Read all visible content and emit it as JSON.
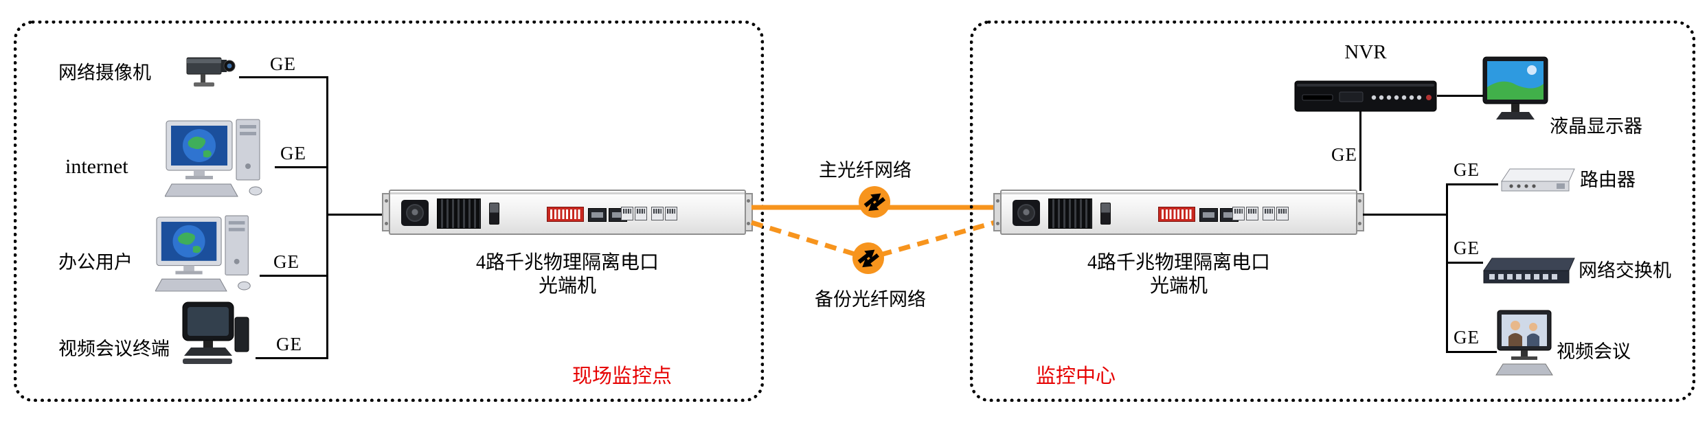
{
  "zones": {
    "left": {
      "label": "现场监控点",
      "endpoints": [
        {
          "name": "网络摄像机",
          "port": "GE"
        },
        {
          "name": "internet",
          "port": "GE"
        },
        {
          "name": "办公用户",
          "port": "GE"
        },
        {
          "name": "视频会议终端",
          "port": "GE"
        }
      ],
      "terminal": {
        "line1": "4路千兆物理隔离电口",
        "line2": "光端机"
      }
    },
    "right": {
      "label": "监控中心",
      "nvr": {
        "name": "NVR",
        "port": "GE"
      },
      "monitor": {
        "name": "液晶显示器"
      },
      "endpoints": [
        {
          "name": "路由器",
          "port": "GE"
        },
        {
          "name": "网络交换机",
          "port": "GE"
        },
        {
          "name": "视频会议",
          "port": "GE"
        }
      ],
      "terminal": {
        "line1": "4路千兆物理隔离电口",
        "line2": "光端机"
      }
    }
  },
  "links": {
    "primary": {
      "label": "主光纤网络"
    },
    "backup": {
      "label": "备份光纤网络"
    }
  },
  "colors": {
    "fiber_orange": "#f7941d",
    "zone_label_red": "#e60000",
    "line_black": "#000000"
  }
}
